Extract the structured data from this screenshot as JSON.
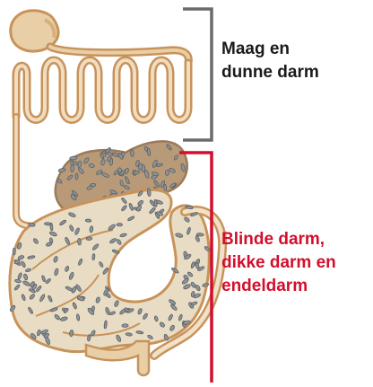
{
  "labels": {
    "upper": {
      "line1": "Maag en",
      "line2": "dunne darm"
    },
    "lower": {
      "line1": "Blinde darm,",
      "line2": "dikke darm en",
      "line3": "endeldarm"
    }
  },
  "colors": {
    "upper_bracket": "#6b6b6b",
    "lower_bracket": "#d20f2c",
    "gut_fill": "#e8cfa8",
    "gut_stroke": "#c8935a",
    "dark_fill": "#b89a78",
    "seed_fill": "#8f9499"
  }
}
